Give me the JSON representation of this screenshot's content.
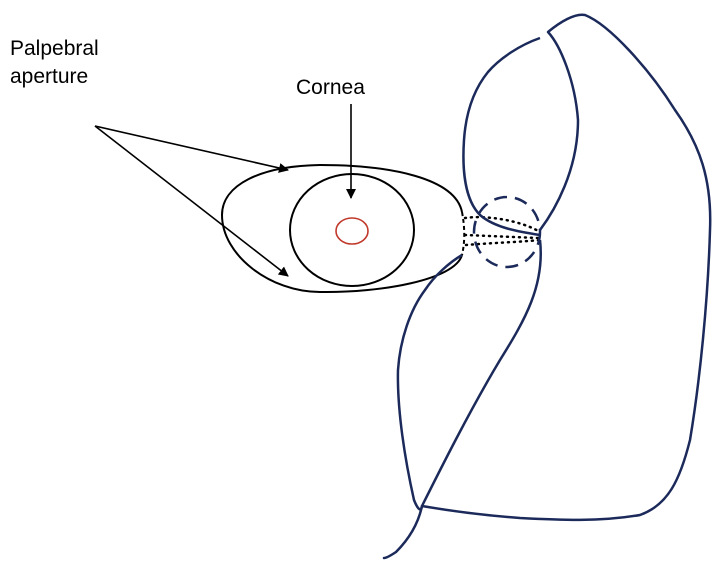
{
  "labels": {
    "palpebral_line1": "Palpebral",
    "palpebral_line2": "aperture",
    "cornea": "Cornea"
  },
  "colors": {
    "outline": "#000000",
    "pupil": "#c0392b",
    "external_shape": "#1b2a5a"
  }
}
